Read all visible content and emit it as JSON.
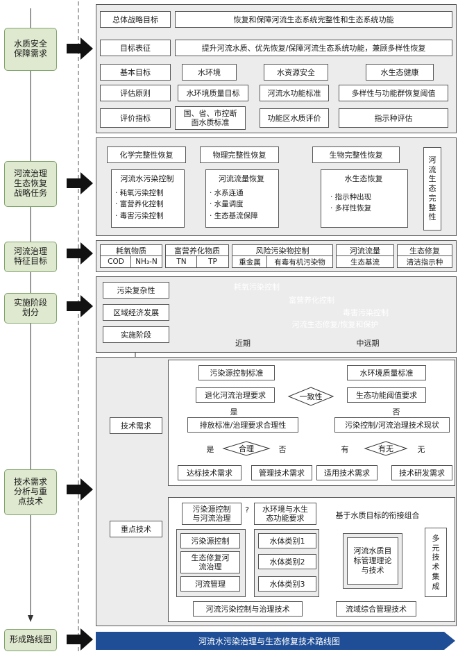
{
  "stages": {
    "s1": "水质安全\n保障需求",
    "s2": "河流治理\n生态恢复\n战略任务",
    "s3": "河流治理\n特征目标",
    "s4": "实施阶段\n划分",
    "s5": "技术需求\n分析与重\n点技术",
    "s6": "形成路线图"
  },
  "p1": {
    "overall_label": "总体战略目标",
    "overall_text": "恢复和保障河流生态系统完整性和生态系统功能",
    "target_label": "目标表征",
    "target_text": "提升河流水质、优先恢复/保障河流生态系统功能，兼顾多样性恢复",
    "basic_label": "基本目标",
    "basic_items": [
      "水环境",
      "水资源安全",
      "水生态健康"
    ],
    "principle_label": "评估原则",
    "principle_items": [
      "水环境质量目标",
      "河流水功能标准",
      "多样性与功能群恢复阈值"
    ],
    "indicator_label": "评价指标",
    "indicator_items": [
      "国、省、市控断\n面水质标准",
      "功能区水质评价",
      "指示种评估"
    ]
  },
  "p2": {
    "chem_title": "化学完整性恢复",
    "phys_title": "物理完整性恢复",
    "bio_title": "生物完整性恢复",
    "chem_sub": "河流水污染控制",
    "chem_items": "· 耗氧污染控制\n· 富营养化控制\n· 毒害污染控制",
    "phys_sub": "河流流量恢复",
    "phys_items": "· 水系连通\n· 水量调度\n· 生态基流保障",
    "bio_sub": "水生态恢复",
    "bio_items": "· 指示种出现\n· 多样性恢复",
    "final": "河\n流\n生\n态\n完\n整\n性"
  },
  "p3": {
    "g1_title": "耗氧物质",
    "g1_a": "COD",
    "g1_b": "NH₃-N",
    "g2_title": "富营养化物质",
    "g2_a": "TN",
    "g2_b": "TP",
    "g3_title": "风险污染物控制",
    "g3_a": "重金属",
    "g3_b": "有毒有机污染物",
    "g4_title": "河流流量",
    "g4_a": "生态基流",
    "g5_title": "生态修复",
    "g5_a": "清洁指示种"
  },
  "p4": {
    "box1": "污染复杂性",
    "box2": "区域经济发展",
    "box3": "实施阶段",
    "arrows": [
      "耗氧污染控制",
      "富营养化控制",
      "毒害污染控制",
      "河流生态修复/恢复和保护"
    ],
    "axis_near": "近期",
    "axis_far": "中远期"
  },
  "p5": {
    "tech_need": "技术需求",
    "key_tech": "重点技术",
    "top": {
      "pollution_std": "污染源控制标准",
      "water_env_std": "水环境质量标准",
      "degraded_req": "退化河流治理要求",
      "eco_func_req": "生态功能阈值要求",
      "consistent": "一致性",
      "yes": "是",
      "no": "否",
      "left_mid": "排放标准/治理要求合理性",
      "right_mid": "污染控制/河流治理技术现状",
      "reasonable": "合理",
      "exists": "有无",
      "yes2": "是",
      "no2": "否",
      "have": "有",
      "none": "无",
      "r1": "达标技术需求",
      "r2": "管理技术需求",
      "r3": "适用技术需求",
      "r4": "技术研发需求"
    },
    "bottom": {
      "src_ctrl": "污染源控制\n与河流治理",
      "question": "?",
      "water_eco": "水环境与水生\n态功能要求",
      "combo": "基于水质目标的衔接组合",
      "left_items": [
        "污染源控制",
        "生态修复河\n流治理",
        "河流管理"
      ],
      "classes": [
        "水体类别1",
        "水体类别2",
        "水体类别3"
      ],
      "theory": "河流水质目\n标管理理论\n与技术",
      "multi": "多\n元\n技\n术\n集\n成",
      "bottom1": "河流污染控制与治理技术",
      "bottom2": "流域综合管理技术"
    }
  },
  "route": "河流水污染治理与生态修复技术路线图",
  "colors": {
    "stage_bg": "#dfe9cf",
    "panel_bg": "#ececec",
    "blue": "#1f4e96"
  }
}
